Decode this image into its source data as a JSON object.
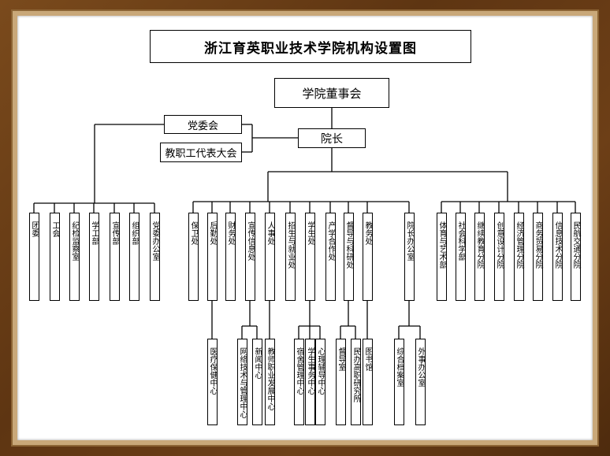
{
  "title": "浙江育英职业技术学院机构设置图",
  "top": {
    "board": "学院董事会",
    "president": "院长",
    "party": "党委会",
    "congress": "教职工代表大会"
  },
  "left_group": [
    "团委",
    "工会",
    "纪检监察室",
    "学工部",
    "宣传部",
    "组织部",
    "党委办公室"
  ],
  "middle_group": [
    "保卫处",
    "后勤处",
    "财务处",
    "宣传信息处",
    "人事处",
    "招生与就业处",
    "学生处",
    "产学合作处",
    "督导与科研处",
    "教务处",
    "院长办公室"
  ],
  "right_group": [
    "体育与艺术部",
    "社会科学部",
    "继续教育分院",
    "创意设计分院",
    "经济管理分院",
    "商务贸易分院",
    "信息技术分院",
    "民航交通分院"
  ],
  "sub_units": {
    "houqin": [
      "医疗保健中心"
    ],
    "xuanchuan": [
      "网络技术与管理中心",
      "新闻中心"
    ],
    "renshi": [
      "教师职业发展中心"
    ],
    "xuesheng": [
      "宿舍管理中心",
      "学生事务中心",
      "心理辅导中心"
    ],
    "duduo": [
      "督导室",
      "民办高职研究所"
    ],
    "jiaowu": [
      "图书馆"
    ],
    "yuanban": [
      "综合档案室",
      "外事办公室"
    ]
  }
}
